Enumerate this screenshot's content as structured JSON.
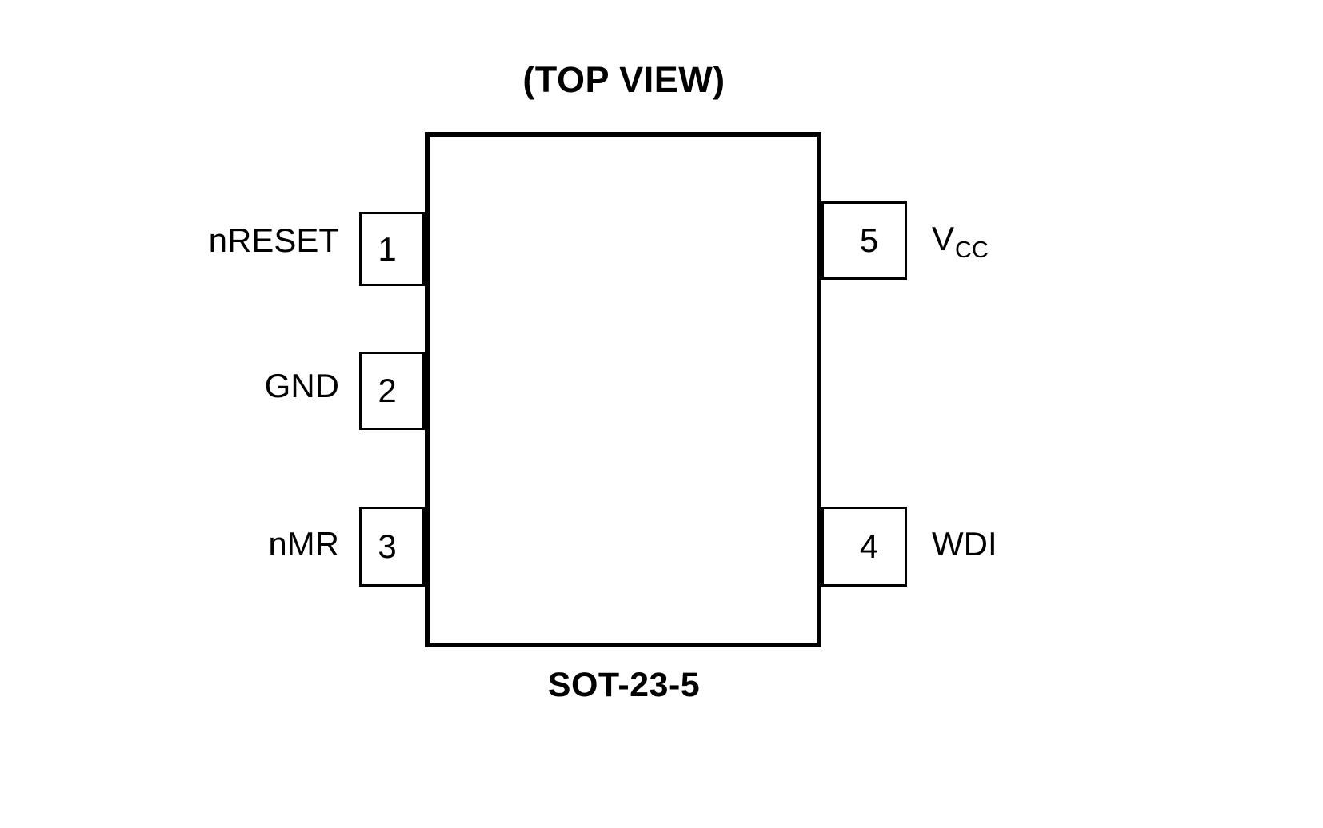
{
  "diagram": {
    "view_title": "(TOP VIEW)",
    "package_caption": "SOT-23-5",
    "stroke_color": "#000000",
    "background_color": "#ffffff",
    "pins": [
      {
        "number": "1",
        "name": "nRESET",
        "name_base": "nRESET",
        "name_sub": "",
        "side": "left"
      },
      {
        "number": "2",
        "name": "GND",
        "name_base": "GND",
        "name_sub": "",
        "side": "left"
      },
      {
        "number": "3",
        "name": "nMR",
        "name_base": "nMR",
        "name_sub": "",
        "side": "left"
      },
      {
        "number": "4",
        "name": "WDI",
        "name_base": "WDI",
        "name_sub": "",
        "side": "right"
      },
      {
        "number": "5",
        "name": "VCC",
        "name_base": "V",
        "name_sub": "CC",
        "side": "right"
      }
    ]
  }
}
